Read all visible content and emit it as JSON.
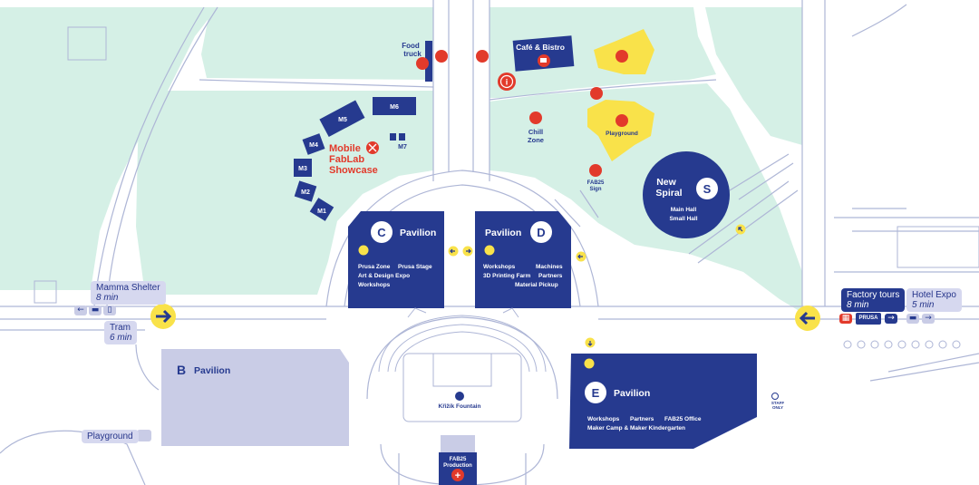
{
  "colors": {
    "green": "#d5f0e6",
    "navy": "#263a8f",
    "lavender": "#c9cce6",
    "yellow": "#f9e24a",
    "red": "#e23a2b",
    "line": "#aeb6d6"
  },
  "pavilions": {
    "c": {
      "letter": "C",
      "name": "Pavilion",
      "items": [
        "Prusa Zone",
        "Prusa Stage",
        "Art & Design Expo",
        "Workshops"
      ]
    },
    "d": {
      "letter": "D",
      "name": "Pavilion",
      "items": [
        "Workshops",
        "Machines",
        "3D Printing Farm",
        "Partners",
        "Material Pickup"
      ]
    },
    "e": {
      "letter": "E",
      "name": "Pavilion",
      "items": [
        "Workshops",
        "Partners",
        "FAB25 Office",
        "Maker Camp & Maker Kindergarten"
      ]
    },
    "b": {
      "letter": "B",
      "name": "Pavilion"
    },
    "s": {
      "title_line1": "New",
      "title_line2": "Spiral",
      "letter": "S",
      "items": [
        "Main Hall",
        "Small Hall"
      ]
    }
  },
  "fablab": {
    "title": [
      "Mobile",
      "FabLab",
      "Showcase"
    ],
    "modules": [
      "M1",
      "M2",
      "M3",
      "M4",
      "M5",
      "M6",
      "M7"
    ]
  },
  "places": {
    "food_truck": [
      "Food",
      "truck"
    ],
    "cafe": "Café & Bistro",
    "chill_zone": [
      "Chill",
      "Zone"
    ],
    "playground_top": "Playground",
    "fab25_sign": [
      "FAB25",
      "Sign"
    ],
    "fountain": "Křižík Fountain",
    "production": [
      "FAB25",
      "Production"
    ],
    "staff_only": [
      "STAFF",
      "ONLY"
    ]
  },
  "signs": {
    "mamma": {
      "name": "Mamma Shelter",
      "time": "8 min"
    },
    "tram": {
      "name": "Tram",
      "time": "6 min"
    },
    "factory": {
      "name": "Factory tours",
      "time": "8 min"
    },
    "hotel": {
      "name": "Hotel Expo",
      "time": "5 min"
    },
    "playground_bottom": "Playground",
    "prusa_badge": "PRUSA"
  },
  "icons": {
    "arrow_right": "→",
    "arrow_left": "←",
    "bed": "▬",
    "info": "i",
    "plus": "+"
  }
}
